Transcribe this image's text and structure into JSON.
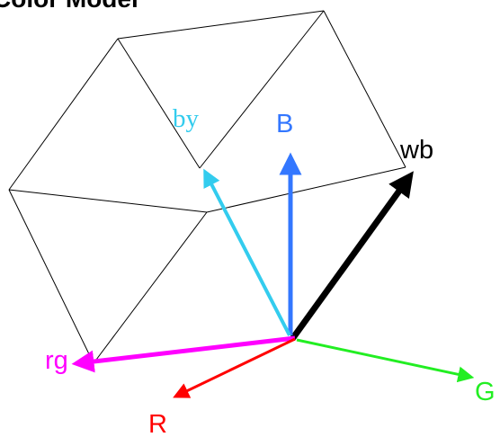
{
  "title": "Color Model",
  "axes": {
    "by": {
      "label": "by",
      "color": "#33ccee"
    },
    "B": {
      "label": "B",
      "color": "#3377ff"
    },
    "wb": {
      "label": "wb",
      "color": "#000000"
    },
    "rg": {
      "label": "rg",
      "color": "#ff00ff"
    },
    "R": {
      "label": "R",
      "color": "#ff0000"
    },
    "G": {
      "label": "G",
      "color": "#22ee22"
    }
  }
}
